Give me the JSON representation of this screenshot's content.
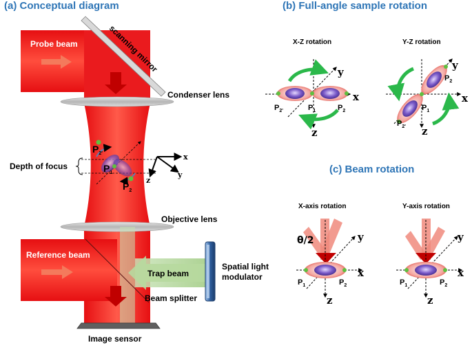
{
  "titles": {
    "a": "(a) Conceptual diagram",
    "b": "(b) Full-angle sample rotation",
    "c": "(c) Beam rotation"
  },
  "labels": {
    "probe_beam": "Probe beam",
    "scanning_mirror": "scanning mirror",
    "condenser_lens": "Condenser lens",
    "depth_of_focus": "Depth of focus",
    "objective_lens": "Objective lens",
    "reference_beam": "Reference beam",
    "trap_beam": "Trap beam",
    "spatial_light_modulator_1": "Spatial light",
    "spatial_light_modulator_2": "modulator",
    "beam_splitter": "Beam splitter",
    "image_sensor": "Image sensor"
  },
  "panel_b": {
    "xz_rotation": "X-Z rotation",
    "yz_rotation": "Y-Z rotation"
  },
  "panel_c": {
    "x_axis_rotation": "X-axis rotation",
    "y_axis_rotation": "Y-axis rotation",
    "theta": "θ/2"
  },
  "axes": {
    "x": "x",
    "y": "y",
    "z": "z"
  },
  "points": {
    "P": "P",
    "sub1": "1",
    "sub2": "2",
    "sub2prime": "2'"
  },
  "colors": {
    "title_blue": "#2e75b6",
    "beam_red": "#e8141c",
    "trap_green": "#a9d08e",
    "rotation_green": "#2bb84a",
    "lens_gray": "#c8c8c8",
    "cell_purple": "#6a4bb5",
    "slm_blue": "#2f5f9e"
  },
  "icons": [
    "scanning-mirror-icon",
    "condenser-lens-icon",
    "objective-lens-icon",
    "slm-icon",
    "image-sensor-icon",
    "cell-icon",
    "rotation-arrow-icon"
  ]
}
